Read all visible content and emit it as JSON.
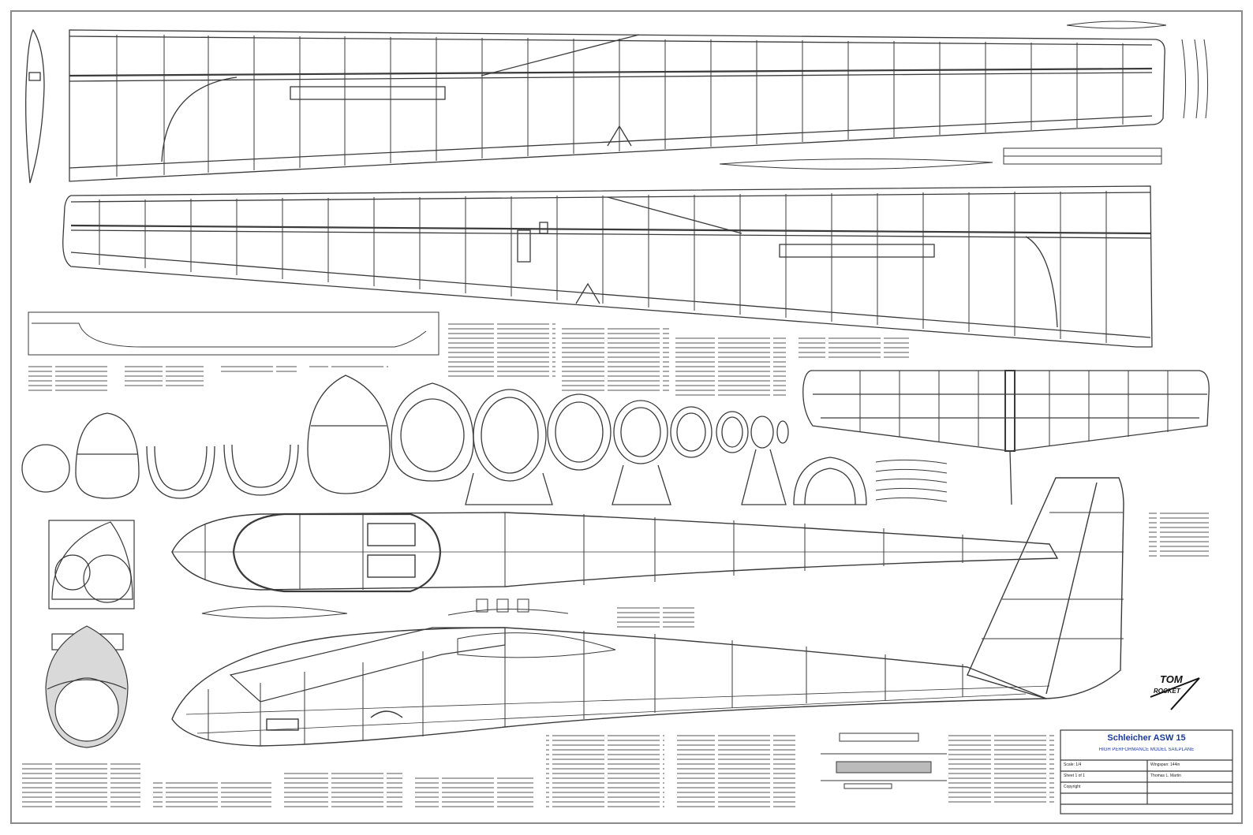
{
  "title_block": {
    "title": "Schleicher ASW 15",
    "subtitle": "HIGH PERFORMANCE MODEL SAILPLANE",
    "rows": [
      [
        "Scale: 1/4",
        "Wingspan: 144in"
      ],
      [
        "Sheet 1 of 1",
        "Thomas L. Martin"
      ],
      [
        "Copyright",
        ""
      ]
    ],
    "footer": ""
  },
  "logo": {
    "line1": "TOM",
    "line2": "ROCKET"
  },
  "colors": {
    "line": "#3a3a3a",
    "fill_gray": "#d9d9d9",
    "frame": "#888888"
  }
}
